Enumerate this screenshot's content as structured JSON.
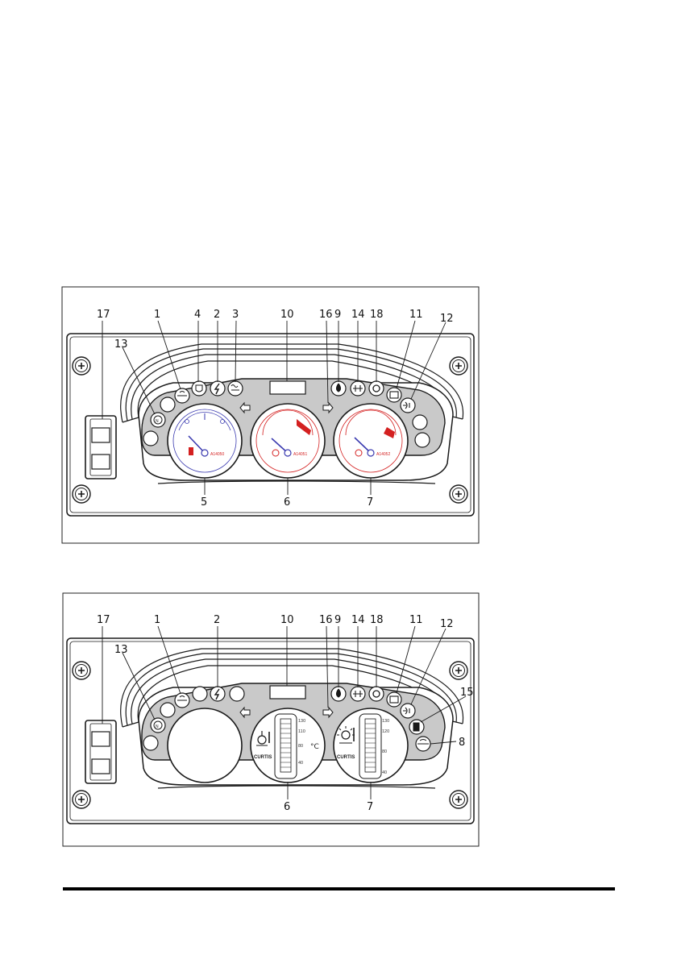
{
  "colors": {
    "panel_gray": "#c9c9c9",
    "line": "#1a1a1a",
    "gauge_blue": "#3b3bb0",
    "gauge_red": "#d42020"
  },
  "diagram1": {
    "callouts": {
      "n17": "17",
      "n1": "1",
      "n4": "4",
      "n2": "2",
      "n3": "3",
      "n10": "10",
      "n16": "16",
      "n9": "9",
      "n14": "14",
      "n18": "18",
      "n11": "11",
      "n12": "12",
      "n13": "13",
      "n5": "5",
      "n6": "6",
      "n7": "7"
    },
    "gauges": {
      "fuel_model": "A14050",
      "hourmeter_model": "A14051",
      "temp_model": "A14052"
    },
    "icons": [
      "engine-oil-icon",
      "glow-plug-icon",
      "battery-charge-icon",
      "preheat-icon",
      "left-turn-icon",
      "right-turn-icon",
      "water-in-fuel-icon",
      "air-filter-icon",
      "transmission-icon",
      "parking-brake-icon",
      "high-beam-icon",
      "neutral-icon",
      "fuel-pump-icon",
      "coolant-temp-icon"
    ]
  },
  "diagram2": {
    "callouts": {
      "n17": "17",
      "n1": "1",
      "n2": "2",
      "n10": "10",
      "n16": "16",
      "n9": "9",
      "n14": "14",
      "n18": "18",
      "n11": "11",
      "n12": "12",
      "n15": "15",
      "n8": "8",
      "n13": "13",
      "n6": "6",
      "n7": "7"
    },
    "bar_gauge_left": {
      "ticks": [
        "130",
        "110",
        "80",
        "40"
      ],
      "unit": "°C",
      "brand": "CURTIS"
    },
    "bar_gauge_right": {
      "ticks": [
        "130",
        "120",
        "80",
        "40"
      ],
      "brand": "CURTIS"
    },
    "icons": [
      "engine-oil-icon",
      "battery-charge-icon",
      "left-turn-icon",
      "right-turn-icon",
      "water-in-fuel-icon",
      "air-filter-icon",
      "transmission-icon",
      "parking-brake-icon",
      "high-beam-icon",
      "fuel-level-icon",
      "oil-level-icon",
      "neutral-icon",
      "oil-temp-icon",
      "coolant-temp-icon"
    ]
  }
}
